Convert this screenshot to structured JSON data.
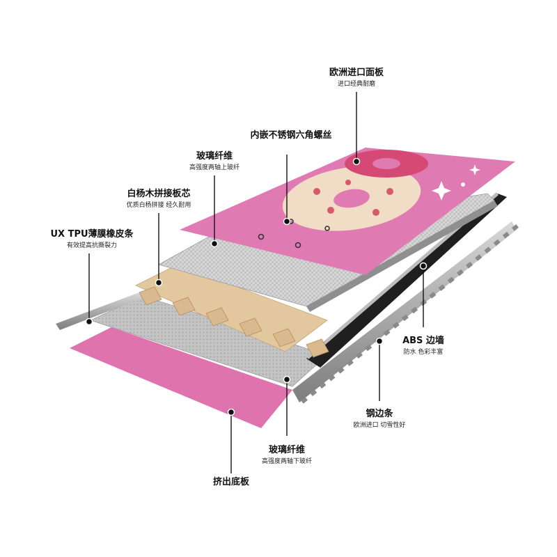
{
  "labels": [
    {
      "id": "europe-panel",
      "title": "欧洲进口面板",
      "subtitle": "进口经典耐磨"
    },
    {
      "id": "hex-screw",
      "title": "内嵌不锈钢六角螺丝",
      "subtitle": ""
    },
    {
      "id": "fiberglass-top",
      "title": "玻璃纤维",
      "subtitle": "高强度两轴上玻纤"
    },
    {
      "id": "poplar-core",
      "title": "白杨木拼接板芯",
      "subtitle": "优质白杨拼接  经久耐用"
    },
    {
      "id": "tpu-strip",
      "title": "UX TPU薄膜橡皮条",
      "subtitle": "有效提高抗撕裂力"
    },
    {
      "id": "abs-wall",
      "title": "ABS 边墙",
      "subtitle": "防水 色彩丰富"
    },
    {
      "id": "steel-edge",
      "title": "钢边条",
      "subtitle": "欧洲进口  切雪性好"
    },
    {
      "id": "fiberglass-bottom",
      "title": "玻璃纤维",
      "subtitle": "高强度两轴下玻纤"
    },
    {
      "id": "extruded-base",
      "title": "挤出底板",
      "subtitle": ""
    }
  ],
  "colors": {
    "topsheet": "#e07ab2",
    "base": "#de73ad",
    "fiberglass": "#c9c9c9",
    "wood": "#e2c79f",
    "steel": "#9a9a9a",
    "abs": "#1f1f1f",
    "leader": "#111111"
  }
}
